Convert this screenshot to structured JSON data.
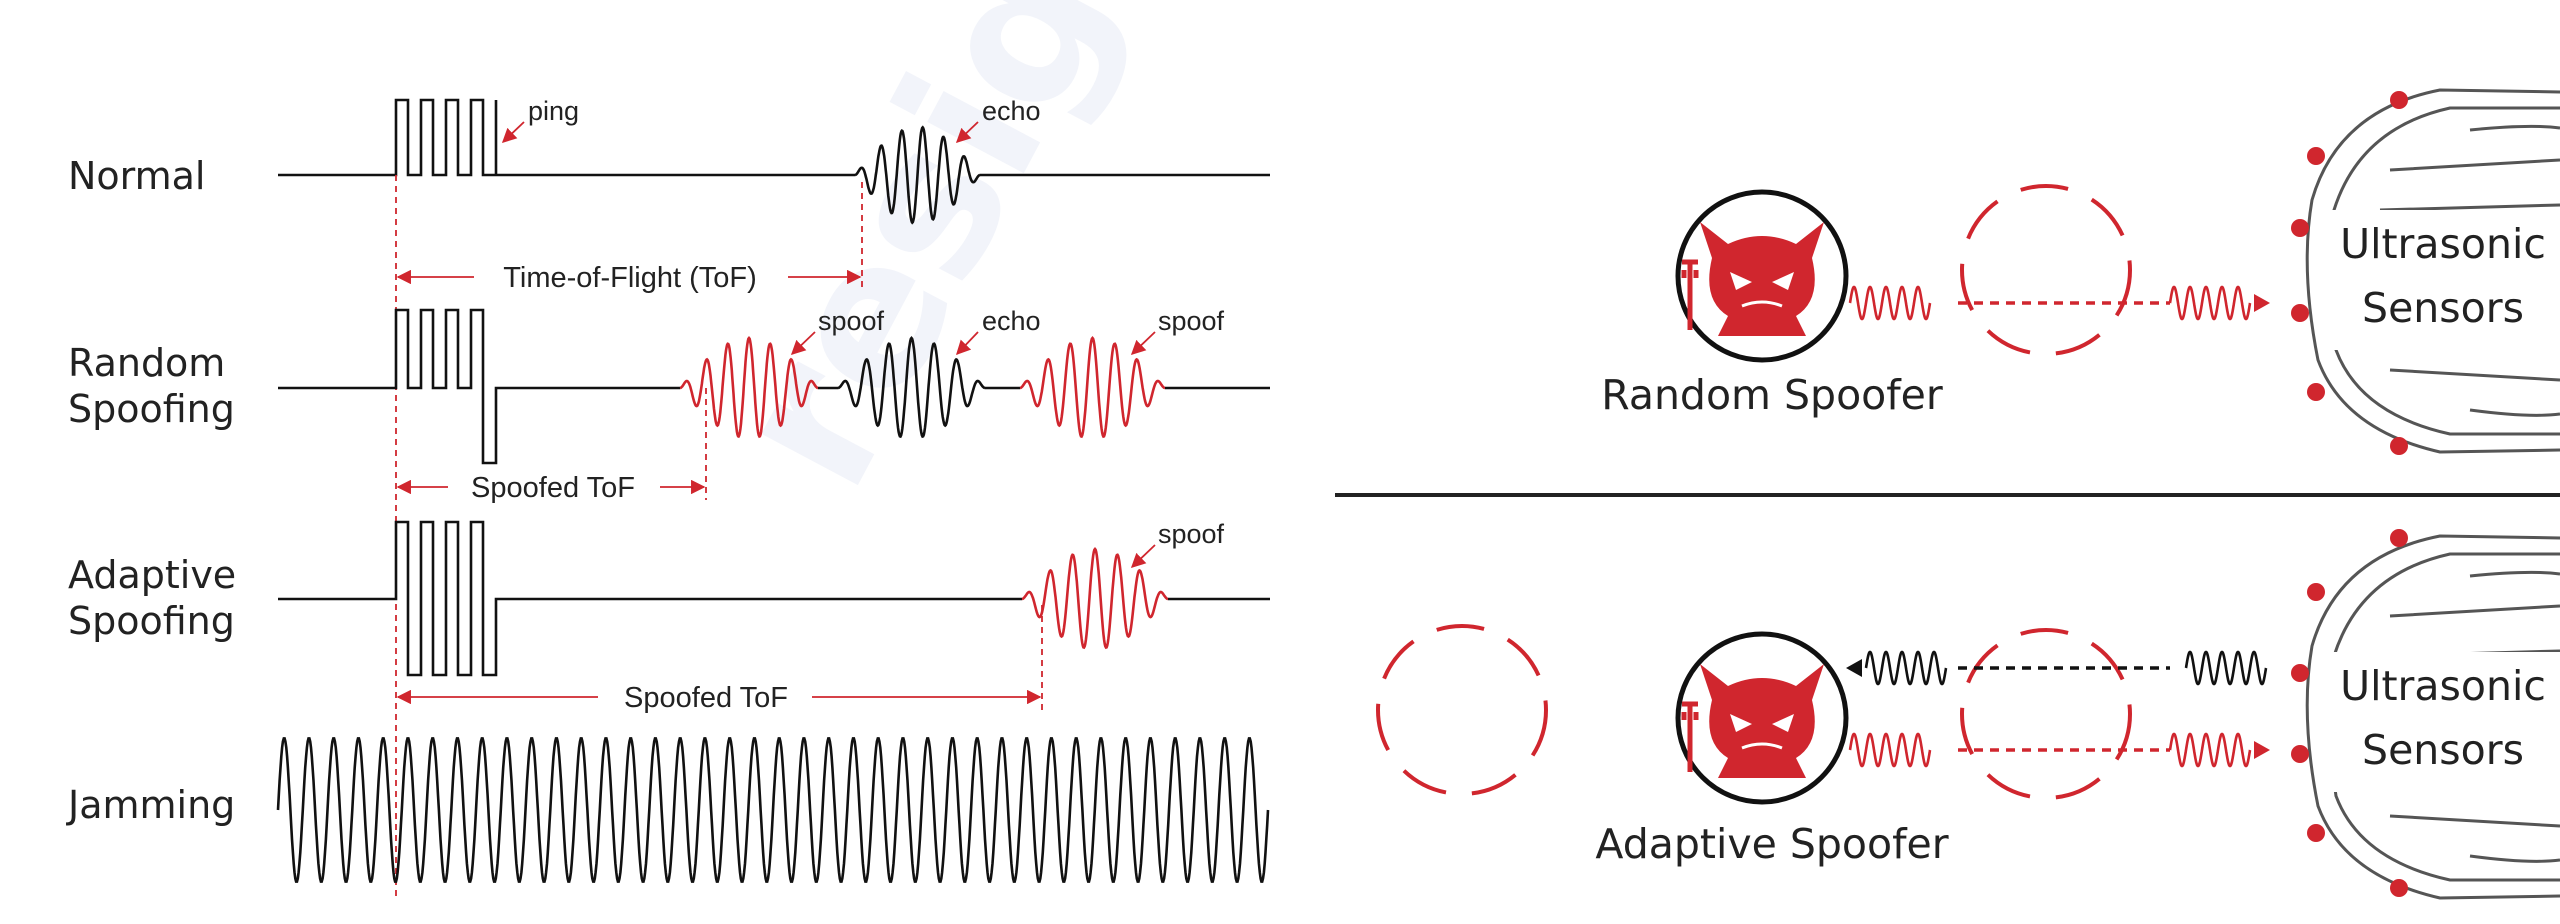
{
  "left_panel": {
    "rows": [
      {
        "label_line1": "Normal",
        "label_line2": ""
      },
      {
        "label_line1": "Random",
        "label_line2": "Spoofing"
      },
      {
        "label_line1": "Adaptive",
        "label_line2": "Spoofing"
      },
      {
        "label_line1": "Jamming",
        "label_line2": ""
      }
    ],
    "annotations": {
      "ping": "ping",
      "echo": "echo",
      "spoof": "spoof"
    },
    "tof_labels": {
      "normal": "Time-of-Flight (ToF)",
      "random": "Spoofed ToF",
      "adaptive": "Spoofed ToF"
    }
  },
  "right_panel": {
    "top": {
      "spoofer_label": "Random Spoofer",
      "sensor_label_line1": "Ultrasonic",
      "sensor_label_line2": "Sensors"
    },
    "bottom": {
      "spoofer_label": "Adaptive Spoofer",
      "sensor_label_line1": "Ultrasonic",
      "sensor_label_line2": "Sensors"
    }
  },
  "watermark": {
    "text": "resight"
  },
  "colors": {
    "accent_red": "#d0262e",
    "line_black": "#111111",
    "watermark": "#e8ecf6"
  }
}
